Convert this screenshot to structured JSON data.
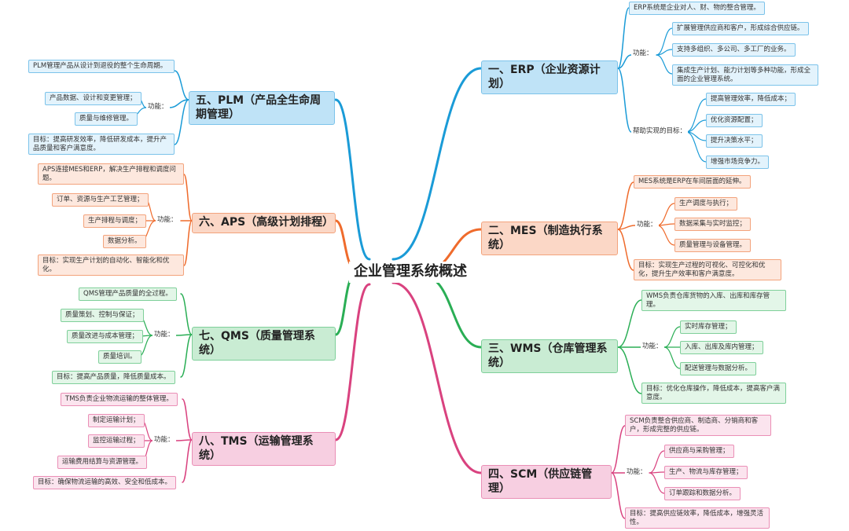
{
  "title": "企业管理系统概述",
  "colors": {
    "blue": "#1a9bd7",
    "orange": "#ef6b2c",
    "green": "#2aae55",
    "pink": "#d9427f"
  },
  "erp": {
    "title": "一、ERP（企业资源计划）",
    "desc": "ERP系统是企业对人、财、物的整合管理。",
    "func_label": "功能：",
    "funcs": [
      "扩展管理供应商和客户，形成综合供应链。",
      "支持多组织、多公司、多工厂的业务。",
      "集成生产计划、能力计划等多种功能，形成全面的企业管理系统。"
    ],
    "goal_label": "帮助实现的目标：",
    "goals": [
      "提高管理效率，降低成本；",
      "优化资源配置；",
      "提升决策水平；",
      "增强市场竞争力。"
    ]
  },
  "mes": {
    "title": "二、MES（制造执行系统）",
    "desc": "MES系统是ERP在车间层面的延伸。",
    "func_label": "功能：",
    "funcs": [
      "生产调度与执行；",
      "数据采集与实时监控；",
      "质量管理与设备管理。"
    ],
    "goal": "目标：实现生产过程的可视化、可控化和优化，提升生产效率和客户满意度。"
  },
  "wms": {
    "title": "三、WMS（仓库管理系统）",
    "desc": "WMS负责仓库货物的入库、出库和库存管理。",
    "func_label": "功能：",
    "funcs": [
      "实时库存管理；",
      "入库、出库及库内管理；",
      "配送管理与数据分析。"
    ],
    "goal": "目标：优化仓库操作，降低成本，提高客户满意度。"
  },
  "scm": {
    "title": "四、SCM（供应链管理）",
    "desc": "SCM负责整合供应商、制造商、分销商和客户，形成完整的供应链。",
    "func_label": "功能：",
    "funcs": [
      "供应商与采购管理；",
      "生产、物流与库存管理；",
      "订单跟踪和数据分析。"
    ],
    "goal": "目标：提高供应链效率，降低成本，增强灵活性。"
  },
  "plm": {
    "title": "五、PLM（产品全生命周期管理）",
    "desc": "PLM管理产品从设计到退役的整个生命周期。",
    "func_label": "功能：",
    "funcs": [
      "产品数据、设计和变更管理；",
      "质量与维修管理。"
    ],
    "goal": "目标：提高研发效率，降低研发成本，提升产品质量和客户满意度。"
  },
  "aps": {
    "title": "六、APS（高级计划排程）",
    "desc": "APS连接MES和ERP，解决生产排程和调度问题。",
    "func_label": "功能：",
    "funcs": [
      "订单、资源与生产工艺管理；",
      "生产排程与调度；",
      "数据分析。"
    ],
    "goal": "目标：实现生产计划的自动化、智能化和优化。"
  },
  "qms": {
    "title": "七、QMS（质量管理系统）",
    "desc": "QMS管理产品质量的全过程。",
    "func_label": "功能：",
    "funcs": [
      "质量策划、控制与保证；",
      "质量改进与成本管理；",
      "质量培训。"
    ],
    "goal": "目标：提高产品质量，降低质量成本。"
  },
  "tms": {
    "title": "八、TMS（运输管理系统）",
    "desc": "TMS负责企业物流运输的整体管理。",
    "func_label": "功能：",
    "funcs": [
      "制定运输计划；",
      "监控运输过程；",
      "运输费用结算与资源管理。"
    ],
    "goal": "目标：确保物流运输的高效、安全和低成本。"
  }
}
